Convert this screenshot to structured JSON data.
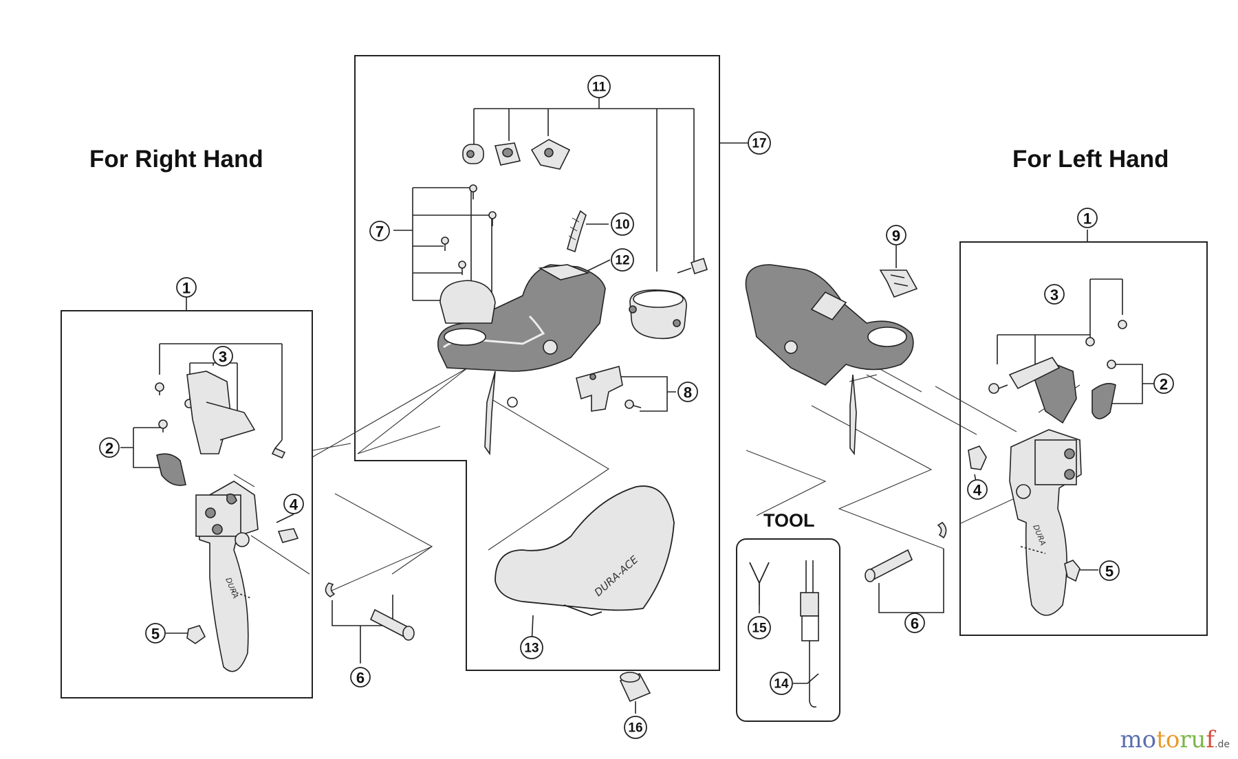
{
  "headings": {
    "right_hand": "For Right Hand",
    "left_hand": "For Left Hand",
    "tool": "TOOL"
  },
  "callouts": {
    "c1_right": "1",
    "c2_right": "2",
    "c3_right": "3",
    "c4_right": "4",
    "c5_right": "5",
    "c6_right": "6",
    "c7": "7",
    "c8": "8",
    "c9": "9",
    "c10": "10",
    "c11": "11",
    "c12": "12",
    "c13": "13",
    "c14": "14",
    "c15": "15",
    "c16": "16",
    "c17": "17",
    "c1_left": "1",
    "c2_left": "2",
    "c3_left": "3",
    "c4_left": "4",
    "c5_left": "5",
    "c6_left": "6"
  },
  "brand_marks": {
    "hood_logo": "DURA-ACE",
    "lever_logo": "DURA"
  },
  "watermark": {
    "part1": "mo",
    "part2": "to",
    "part3": "ru",
    "part4": "f",
    "suffix": ".de"
  },
  "colors": {
    "line": "#222222",
    "part_fill": "#e6e6e6",
    "part_dark": "#8a8a8a"
  }
}
